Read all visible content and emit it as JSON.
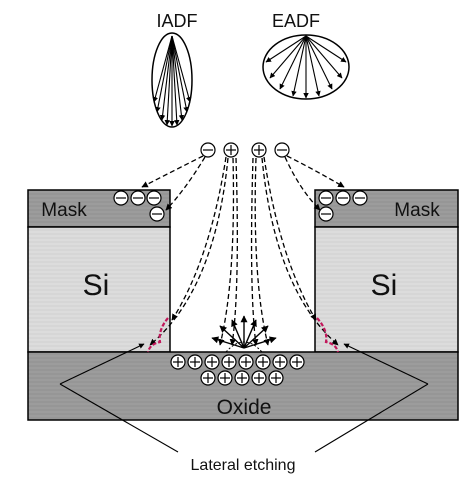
{
  "labels": {
    "iadf": "IADF",
    "eadf": "EADF",
    "mask_left": "Mask",
    "mask_right": "Mask",
    "si_left": "Si",
    "si_right": "Si",
    "oxide": "Oxide",
    "lateral_etching": "Lateral etching"
  },
  "colors": {
    "mask": "#9a9a9a",
    "silicon": "#d9d9d9",
    "oxide": "#9a9a9a",
    "etch_trace": "#c2185b",
    "outline": "#000000"
  },
  "icons": {
    "electron": "minus-circle-icon",
    "ion": "plus-circle-icon"
  }
}
